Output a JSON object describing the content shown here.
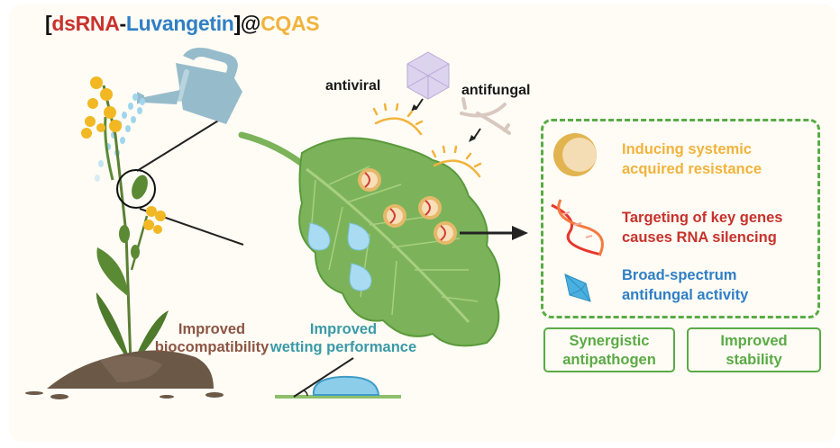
{
  "title": {
    "open_bracket": "[",
    "dsrna": "dsRNA",
    "hyphen": "-",
    "luvangetin": "Luvangetin",
    "close_bracket": "]@",
    "cqas": "CQAS"
  },
  "labels": {
    "antiviral": "antiviral",
    "antifungal": "antifungal",
    "biocompat_line1": "Improved",
    "biocompat_line2": "biocompatibility",
    "wetting_line1": "Improved",
    "wetting_line2": "wetting performance"
  },
  "features": [
    {
      "line1": "Inducing systemic",
      "line2": "acquired resistance",
      "icon": "nanoparticle-sphere-icon"
    },
    {
      "line1": "Targeting of key genes",
      "line2": "causes RNA silencing",
      "icon": "dna-helix-icon"
    },
    {
      "line1": "Broad-spectrum",
      "line2": "antifungal activity",
      "icon": "crystal-icon"
    }
  ],
  "boxes": [
    {
      "line1": "Synergistic",
      "line2": "antipathogen"
    },
    {
      "line1": "Improved",
      "line2": "stability"
    }
  ],
  "colors": {
    "red": "#c8322d",
    "blue": "#2f7fc6",
    "orange": "#f2b33d",
    "green": "#5aaa46",
    "brown": "#8c5544",
    "teal": "#3a9aa8",
    "leaf": "#7cb35a"
  }
}
